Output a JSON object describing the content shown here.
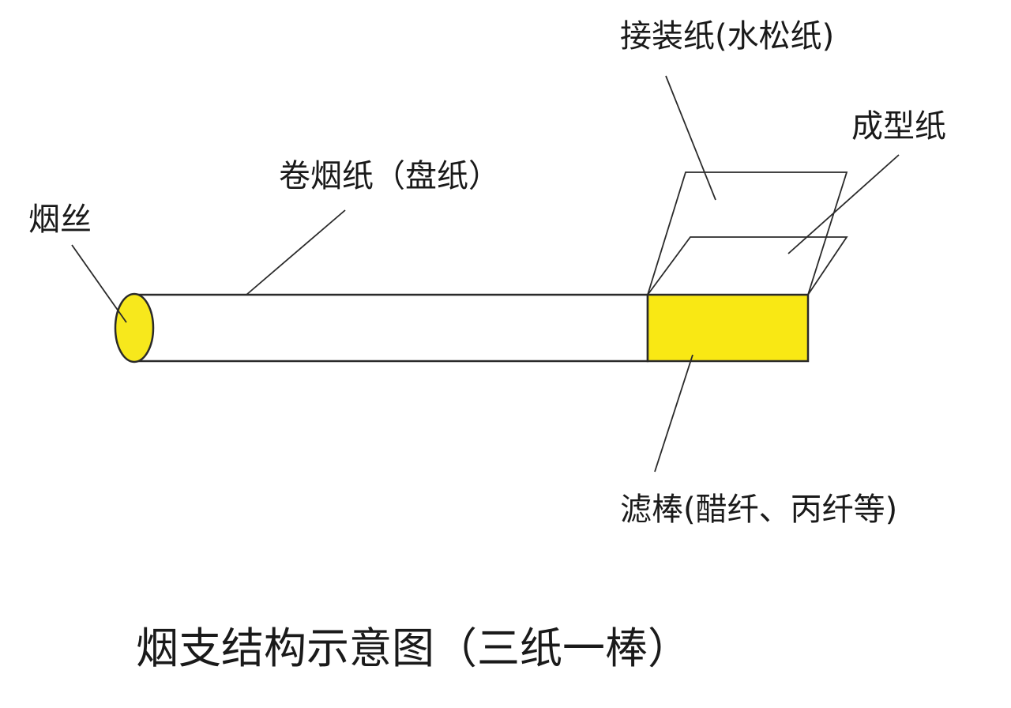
{
  "labels": {
    "tobacco": "烟丝",
    "cigarette_paper": "卷烟纸（盘纸）",
    "tipping_paper": "接装纸(水松纸)",
    "plug_wrap": "成型纸",
    "filter_rod": "滤棒(醋纤、丙纤等)"
  },
  "title": "烟支结构示意图（三纸一棒）",
  "colors": {
    "tobacco_fill": "#f7e81c",
    "filter_fill": "#f9e814",
    "line": "#2a2a2a",
    "background": "#ffffff"
  }
}
